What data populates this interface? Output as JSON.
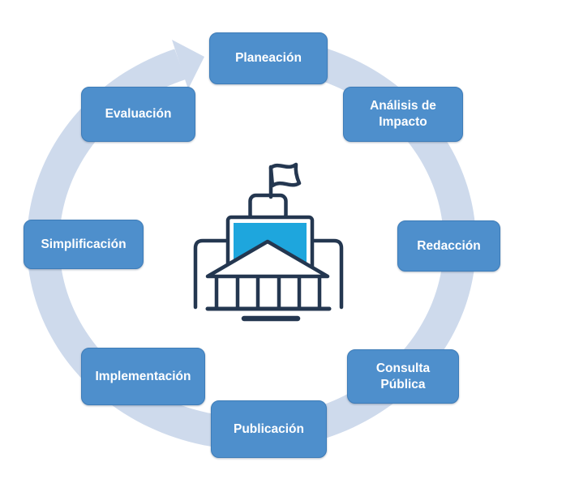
{
  "diagram": {
    "type": "cycle",
    "direction": "clockwise",
    "stages": [
      {
        "id": "planeacion",
        "label": "Planeación"
      },
      {
        "id": "analisis-de-impacto",
        "label": "Análisis de Impacto"
      },
      {
        "id": "redaccion",
        "label": "Redacción"
      },
      {
        "id": "consulta-publica",
        "label": "Consulta Pública"
      },
      {
        "id": "publicacion",
        "label": "Publicación"
      },
      {
        "id": "implementacion",
        "label": "Implementación"
      },
      {
        "id": "simplificacion",
        "label": "Simplificación"
      },
      {
        "id": "evaluacion",
        "label": "Evaluación"
      }
    ],
    "center_icon": "government-building-icon",
    "colors": {
      "stage_fill": "#4E8FCC",
      "stage_border": "#3D7CB8",
      "stage_text": "#FFFFFF",
      "ring": "#CEDAEC",
      "icon_outline": "#243750",
      "icon_accent": "#1EA6DD",
      "background": "#FFFFFF"
    }
  }
}
